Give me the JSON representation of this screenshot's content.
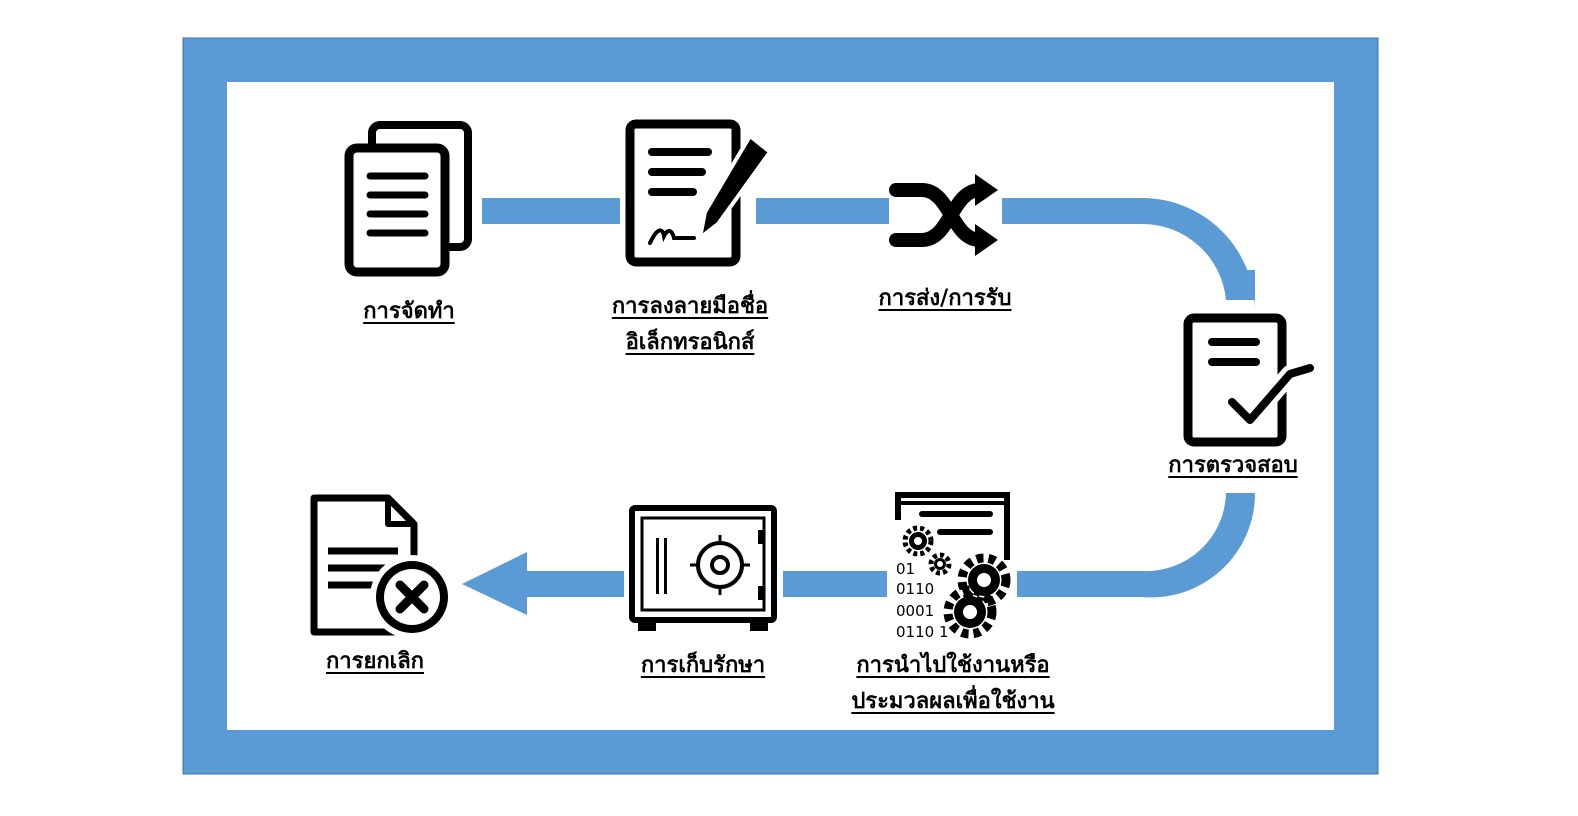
{
  "colors": {
    "frame": "#5b9bd5",
    "connector": "#5b9bd5",
    "icon": "#000000",
    "text": "#000000",
    "background": "#ffffff"
  },
  "steps": [
    {
      "id": "preparation",
      "icon": "documents-icon",
      "lines": [
        "การจัดทำ"
      ]
    },
    {
      "id": "signature",
      "icon": "signed-document-pen-icon",
      "lines": [
        "การลงลายมือชื่อ",
        "อิเล็กทรอนิกส์"
      ]
    },
    {
      "id": "transmission",
      "icon": "shuffle-arrows-icon",
      "lines": [
        "การส่ง/การรับ"
      ]
    },
    {
      "id": "verification",
      "icon": "document-check-icon",
      "lines": [
        "การตรวจสอบ"
      ]
    },
    {
      "id": "processing",
      "icon": "data-processing-gears-icon",
      "lines": [
        "การนำไปใช้งานหรือ",
        "ประมวลผลเพื่อใช้งาน"
      ]
    },
    {
      "id": "storage",
      "icon": "safe-vault-icon",
      "lines": [
        "การเก็บรักษา"
      ]
    },
    {
      "id": "cancellation",
      "icon": "document-cancel-icon",
      "lines": [
        "การยกเลิก"
      ]
    }
  ],
  "binary_text": [
    "01",
    "0110",
    "0001",
    "0110 1"
  ]
}
